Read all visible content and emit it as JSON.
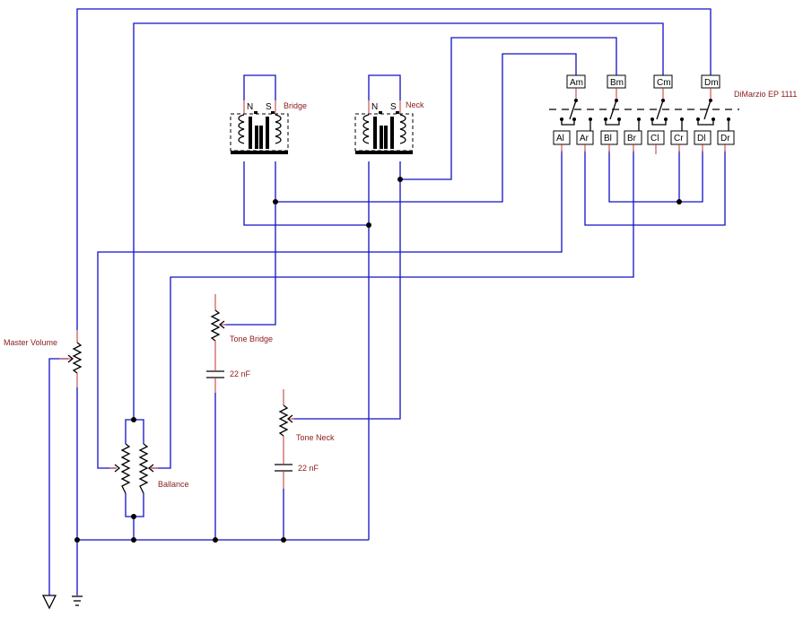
{
  "labels": {
    "bridge": "Bridge",
    "neck": "Neck",
    "switch": "DiMarzio EP 1111",
    "master_volume": "Master Volume",
    "tone_bridge": "Tone Bridge",
    "tone_neck": "Tone Neck",
    "cap_bridge": "22 nF",
    "cap_neck": "22 nF",
    "ballance": "Ballance"
  },
  "pickup_pins": {
    "n": "N",
    "s": "S"
  },
  "switch_commons": [
    "Am",
    "Bm",
    "Cm",
    "Dm"
  ],
  "switch_terminals": [
    "Al",
    "Ar",
    "Bl",
    "Br",
    "Cl",
    "Cr",
    "Dl",
    "Dr"
  ],
  "colors": {
    "wire": "#1010c8",
    "lead": "#c03030",
    "label": "#8b1a1a"
  }
}
